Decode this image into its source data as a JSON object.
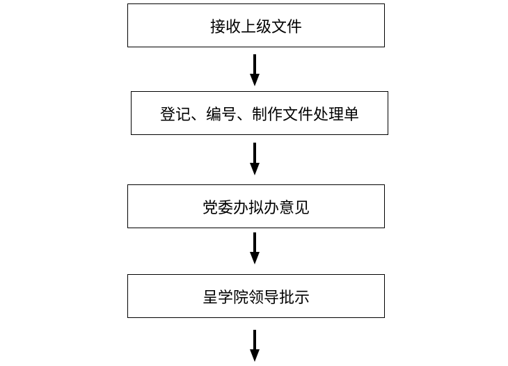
{
  "flowchart": {
    "steps": [
      {
        "label": "接收上级文件"
      },
      {
        "label": "登记、编号、制作文件处理单"
      },
      {
        "label": "党委办拟办意见"
      },
      {
        "label": "呈学院领导批示"
      }
    ]
  },
  "colors": {
    "stroke": "#000000",
    "background": "#ffffff"
  }
}
